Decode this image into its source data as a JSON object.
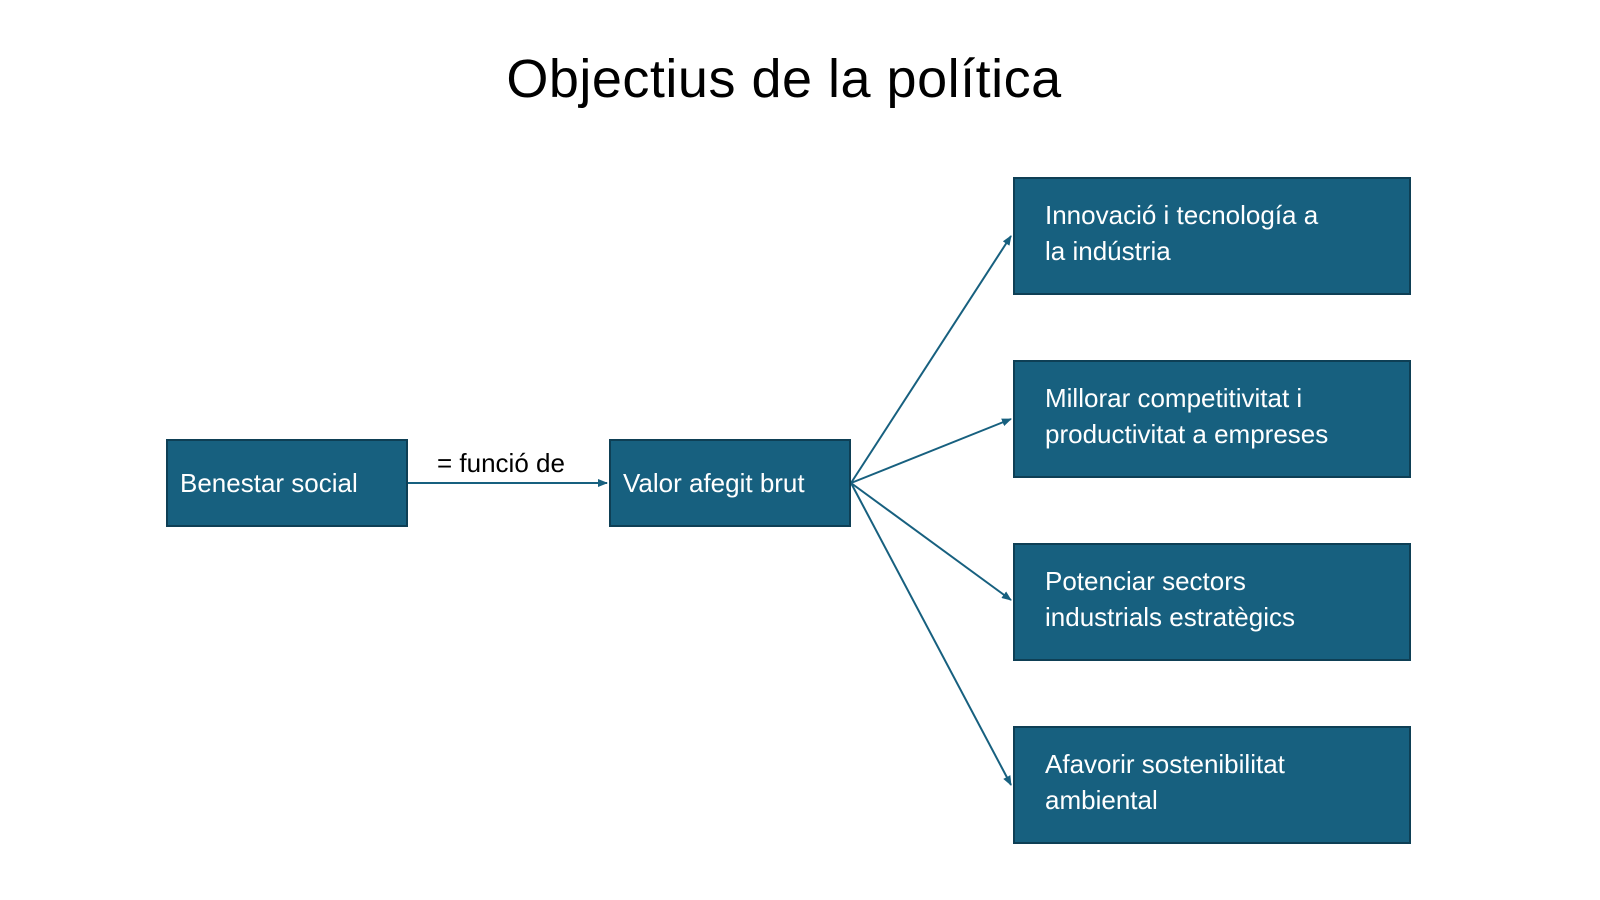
{
  "diagram": {
    "title": "Objectius de la política",
    "source_node": "Benestar social",
    "relation_label": "= funció de",
    "central_node": "Valor afegit brut",
    "objectives": [
      {
        "line1": "Innovació i tecnología a",
        "line2": "la indústria"
      },
      {
        "line1": "Millorar competitivitat i",
        "line2": "productivitat a empreses"
      },
      {
        "line1": "Potenciar sectors",
        "line2": "industrials estratègics"
      },
      {
        "line1": "Afavorir sostenibilitat",
        "line2": "ambiental"
      }
    ],
    "colors": {
      "box_fill": "#17607f",
      "box_border": "#0e3f55",
      "arrow": "#17607f",
      "box_text": "#ffffff"
    }
  }
}
